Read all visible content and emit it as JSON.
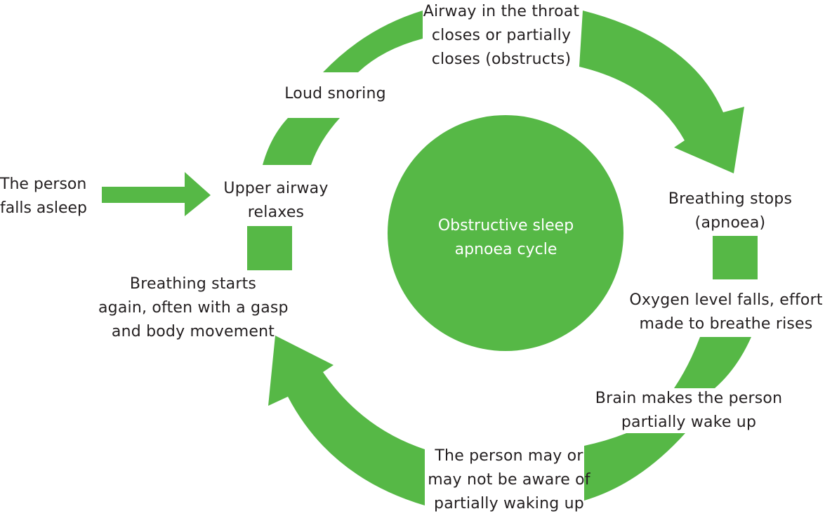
{
  "colors": {
    "accent": "#56b846",
    "text": "#231f20",
    "center_text": "#ffffff"
  },
  "start_label": "The person\nfalls asleep",
  "center": "Obstructive sleep\napnoea cycle",
  "steps": {
    "airway_closes": "Airway in the throat\ncloses or partially\ncloses (obstructs)",
    "breathing_stops": "Breathing stops\n(apnoea)",
    "oxygen_falls": "Oxygen level falls, effort\nmade to breathe rises",
    "brain_wakes": "Brain makes the person\npartially wake up",
    "may_not_be_aware": "The person may or\nmay not be aware of\npartially waking up",
    "breathing_starts": "Breathing starts\nagain, often with a gasp\nand body movement",
    "upper_airway_relaxes": "Upper airway\nrelaxes",
    "loud_snoring": "Loud snoring"
  }
}
